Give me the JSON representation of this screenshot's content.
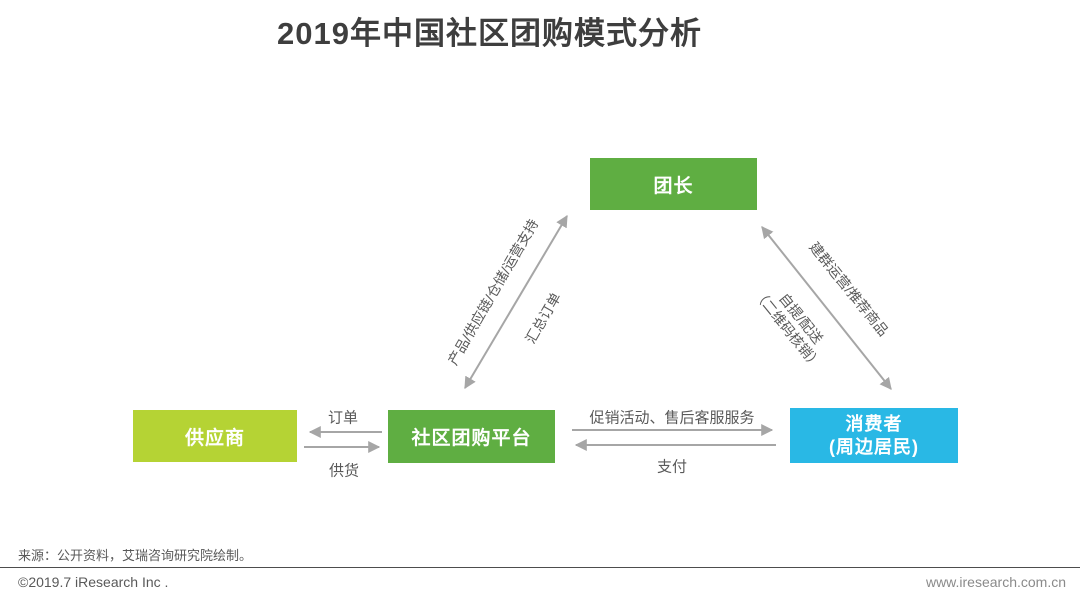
{
  "page": {
    "title": "2019年中国社区团购模式分析"
  },
  "diagram": {
    "nodes": {
      "leader": {
        "label": "团长"
      },
      "supplier": {
        "label": "供应商"
      },
      "platform": {
        "label": "社区团购平台"
      },
      "consumer": {
        "label_line1": "消费者",
        "label_line2": "(周边居民)"
      }
    },
    "edges": {
      "platform_to_leader": {
        "label": "产品/供应链/仓储/运营支持"
      },
      "leader_to_platform": {
        "label": "汇总订单"
      },
      "leader_to_consumer": {
        "label": "建群运营/推荐商品"
      },
      "consumer_to_leader": {
        "label_line1": "自提/配送",
        "label_line2": "（二维码核销）"
      },
      "platform_to_supplier": {
        "label": "订单"
      },
      "supplier_to_platform": {
        "label": "供货"
      },
      "platform_to_consumer": {
        "label": "促销活动、售后客服服务"
      },
      "consumer_to_platform": {
        "label": "支付"
      }
    }
  },
  "colors": {
    "green": "#5fae42",
    "light_green": "#b5d334",
    "blue": "#29b8e5",
    "arrow_gray": "#a6a6a6",
    "label_gray": "#595959",
    "title_gray": "#3e3e3e"
  },
  "footer": {
    "source": "来源：公开资料，艾瑞咨询研究院绘制。",
    "copyright": "©2019.7 iResearch Inc .",
    "website": "www.iresearch.com.cn"
  }
}
